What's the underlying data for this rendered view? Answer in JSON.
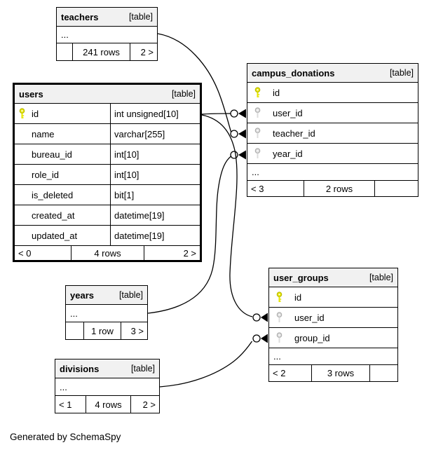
{
  "colors": {
    "header_bg": "#f1f1f1",
    "border": "#000000",
    "pk_key_fill": "#e6e600",
    "pk_key_stroke": "#b3b300",
    "fk_key_fill": "#dcdcdc",
    "fk_key_stroke": "#a6a6a6"
  },
  "footer_note": "Generated by SchemaSpy",
  "tables": {
    "teachers": {
      "name": "teachers",
      "tag": "[table]",
      "ellipsis": "...",
      "footer": {
        "left": "",
        "center": "241 rows",
        "right": "2 >"
      }
    },
    "users": {
      "name": "users",
      "tag": "[table]",
      "columns": [
        {
          "name": "id",
          "type": "int unsigned[10]",
          "key": "pk"
        },
        {
          "name": "name",
          "type": "varchar[255]",
          "key": ""
        },
        {
          "name": "bureau_id",
          "type": "int[10]",
          "key": ""
        },
        {
          "name": "role_id",
          "type": "int[10]",
          "key": ""
        },
        {
          "name": "is_deleted",
          "type": "bit[1]",
          "key": ""
        },
        {
          "name": "created_at",
          "type": "datetime[19]",
          "key": ""
        },
        {
          "name": "updated_at",
          "type": "datetime[19]",
          "key": ""
        }
      ],
      "footer": {
        "left": "< 0",
        "center": "4 rows",
        "right": "2 >"
      }
    },
    "campus_donations": {
      "name": "campus_donations",
      "tag": "[table]",
      "ellipsis": "...",
      "columns": [
        {
          "name": "id",
          "key": "pk"
        },
        {
          "name": "user_id",
          "key": "fk"
        },
        {
          "name": "teacher_id",
          "key": "fk"
        },
        {
          "name": "year_id",
          "key": "fk"
        }
      ],
      "footer": {
        "left": "< 3",
        "center": "2 rows",
        "right": ""
      }
    },
    "user_groups": {
      "name": "user_groups",
      "tag": "[table]",
      "ellipsis": "...",
      "columns": [
        {
          "name": "id",
          "key": "pk"
        },
        {
          "name": "user_id",
          "key": "fk"
        },
        {
          "name": "group_id",
          "key": "fk"
        }
      ],
      "footer": {
        "left": "< 2",
        "center": "3 rows",
        "right": ""
      }
    },
    "years": {
      "name": "years",
      "tag": "[table]",
      "ellipsis": "...",
      "footer": {
        "left": "",
        "center": "1 row",
        "right": "3 >"
      }
    },
    "divisions": {
      "name": "divisions",
      "tag": "[table]",
      "ellipsis": "...",
      "footer": {
        "left": "< 1",
        "center": "4 rows",
        "right": "2 >"
      }
    }
  },
  "relationships": [
    {
      "from": "users.id",
      "to": "campus_donations.user_id"
    },
    {
      "from": "teachers",
      "to": "campus_donations.teacher_id"
    },
    {
      "from": "years",
      "to": "campus_donations.year_id"
    },
    {
      "from": "users.id",
      "to": "user_groups.user_id"
    },
    {
      "from": "divisions",
      "to": "user_groups.group_id"
    }
  ]
}
